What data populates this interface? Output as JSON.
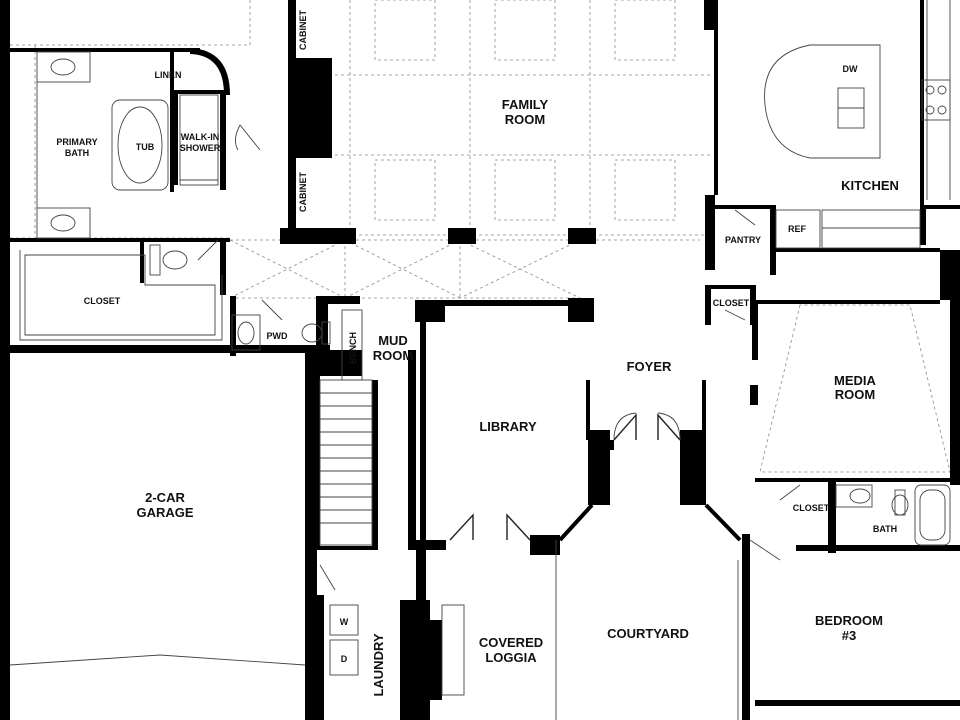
{
  "rooms": {
    "family_room": [
      "FAMILY",
      "ROOM"
    ],
    "kitchen": "KITCHEN",
    "dw": "DW",
    "pantry": "PANTRY",
    "ref": "REF",
    "closet_kitchen": "CLOSET",
    "primary_bath": [
      "PRIMARY",
      "BATH"
    ],
    "tub": "TUB",
    "walkin_shower": [
      "WALK-IN",
      "SHOWER"
    ],
    "linen": "LINEN",
    "cabinet_top": "CABINET",
    "cabinet_bottom": "CABINET",
    "closet_primary": "CLOSET",
    "pwd": "PWD",
    "bench": "BENCH",
    "mud_room": [
      "MUD",
      "ROOM"
    ],
    "foyer": "FOYER",
    "media_room": [
      "MEDIA",
      "ROOM"
    ],
    "library": "LIBRARY",
    "garage": [
      "2-CAR",
      "GARAGE"
    ],
    "closet_bedroom": "CLOSET",
    "bath": "BATH",
    "covered_loggia": [
      "COVERED",
      "LOGGIA"
    ],
    "courtyard": "COURTYARD",
    "bedroom3": [
      "BEDROOM",
      "#3"
    ],
    "laundry": "LAUNDRY",
    "washer": "W",
    "dryer": "D"
  }
}
